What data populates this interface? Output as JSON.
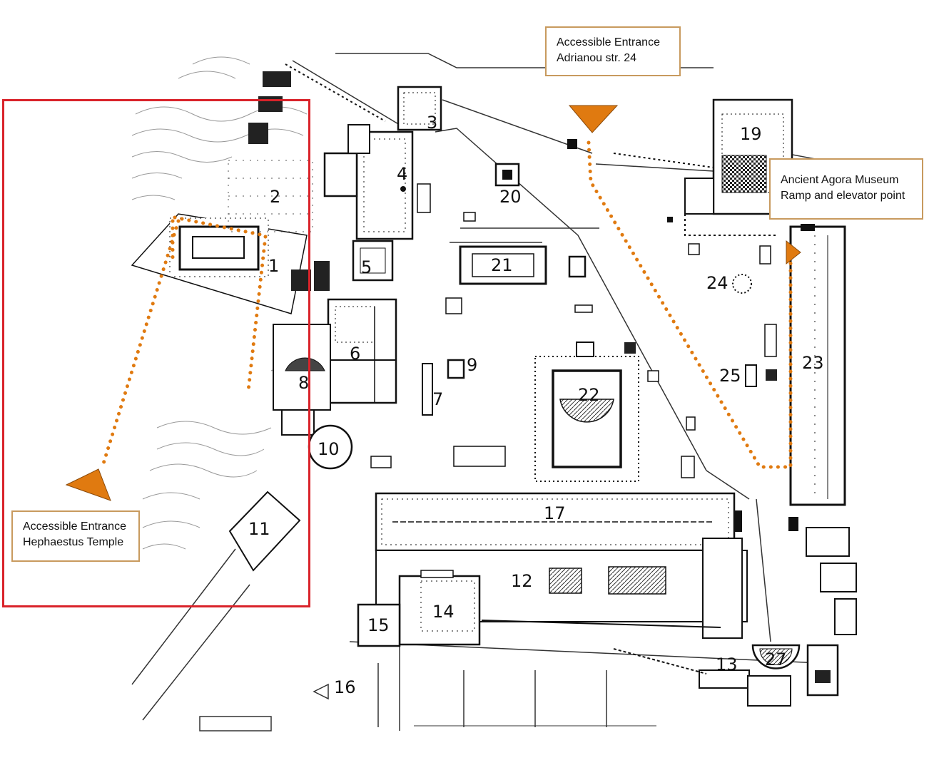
{
  "colors": {
    "marker": "#e07a10",
    "route": "#e07a10",
    "frame": "#d9232a",
    "callout_border": "#c89a5e"
  },
  "callouts": {
    "adrianou": {
      "line1": "Accessible Entrance",
      "line2": "Adrianou str. 24"
    },
    "museum": {
      "line1": "Ancient Agora Museum",
      "line2": "Ramp and elevator point"
    },
    "hephaestus": {
      "line1": "Accessible Entrance",
      "line2": "Hephaestus Temple"
    }
  },
  "numbers": {
    "n1": "1",
    "n2": "2",
    "n3": "3",
    "n4": "4",
    "n5": "5",
    "n6": "6",
    "n7": "7",
    "n8": "8",
    "n9": "9",
    "n10": "10",
    "n11": "11",
    "n12": "12",
    "n13": "13",
    "n14": "14",
    "n15": "15",
    "n16": "16",
    "n17": "17",
    "n19": "19",
    "n20": "20",
    "n21": "21",
    "n22": "22",
    "n23": "23",
    "n24": "24",
    "n25": "25",
    "n27": "27"
  },
  "icons": {
    "entrance_marker": "triangle-marker-icon",
    "route": "dotted-route-line"
  }
}
